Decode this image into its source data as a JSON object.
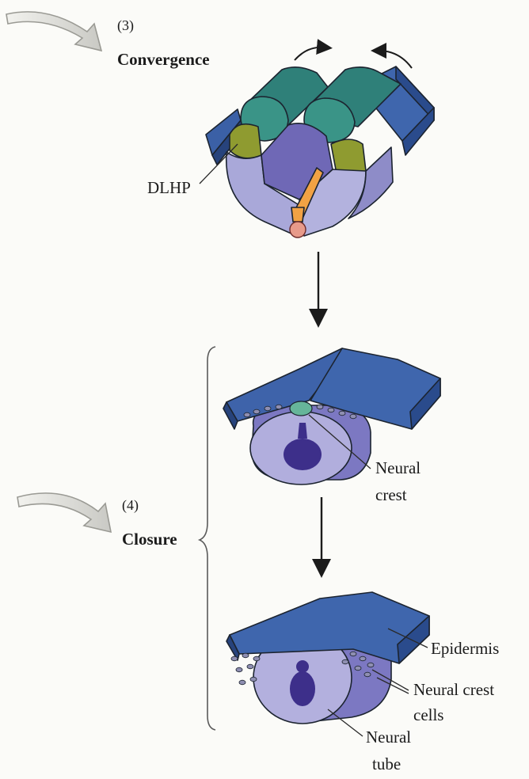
{
  "stages": [
    {
      "number": "(3)",
      "title": "Convergence"
    },
    {
      "number": "(4)",
      "title": "Closure"
    }
  ],
  "labels": {
    "dlhp": "DLHP",
    "neural_crest": [
      "Neural",
      "crest"
    ],
    "epidermis": "Epidermis",
    "neural_crest_cells": [
      "Neural crest",
      "cells"
    ],
    "neural_tube": [
      "Neural",
      "tube"
    ]
  },
  "colors": {
    "epidermis_blue": "#3d62a8",
    "fold_teal": "#2f7f7a",
    "dlhp_olive": "#8e9a2f",
    "neural_plate_lavender": "#a6a6d8",
    "neural_tube_violet": "#b0acdc",
    "lumen_purple": "#3d2f8a",
    "crest_green": "#66b59a",
    "notochord_pink": "#e79a8a",
    "mhp_orange": "#f0a040"
  }
}
